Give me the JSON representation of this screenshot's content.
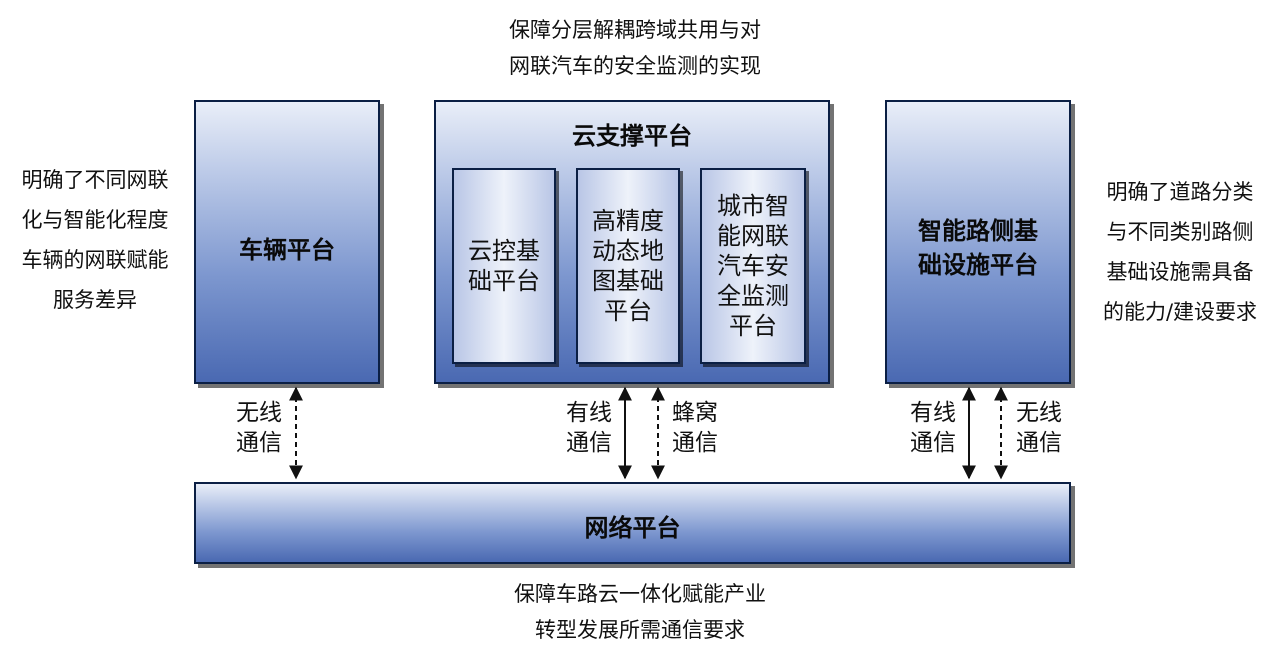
{
  "notes": {
    "top": [
      "保障分层解耦跨域共用与对",
      "网联汽车的安全监测的实现"
    ],
    "left": [
      "明确了不同网联",
      "化与智能化程度",
      "车辆的网联赋能",
      "服务差异"
    ],
    "right": [
      "明确了道路分类",
      "与不同类别路侧",
      "基础设施需具备",
      "的能力/建设要求"
    ],
    "bottom": [
      "保障车路云一体化赋能产业",
      "转型发展所需通信要求"
    ]
  },
  "platforms": {
    "vehicle": {
      "title": "车辆平台"
    },
    "cloud": {
      "title": "云支撑平台",
      "modules": [
        {
          "lines": [
            "云控基",
            "础平台"
          ]
        },
        {
          "lines": [
            "高精度",
            "动态地",
            "图基础",
            "平台"
          ]
        },
        {
          "lines": [
            "城市智",
            "能网联",
            "汽车安",
            "全监测",
            "平台"
          ]
        }
      ]
    },
    "roadside": {
      "title_lines": [
        "智能路侧基",
        "础设施平台"
      ]
    },
    "network": {
      "title": "网络平台"
    }
  },
  "links": {
    "vehicle_wireless": [
      "无线",
      "通信"
    ],
    "cloud_wired": [
      "有线",
      "通信"
    ],
    "cloud_cellular": [
      "蜂窝",
      "通信"
    ],
    "roadside_wired": [
      "有线",
      "通信"
    ],
    "roadside_wireless": [
      "无线",
      "通信"
    ]
  },
  "colors": {
    "box_dark": "#4a69b2",
    "box_light": "#e9eef8",
    "border": "#0b1f44"
  }
}
